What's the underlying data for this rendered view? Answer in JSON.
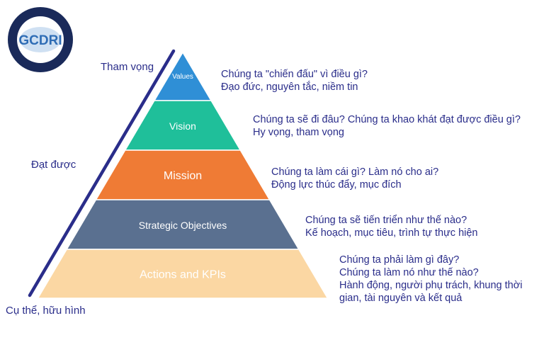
{
  "logo": {
    "text": "GCDRI",
    "colors": {
      "ring": "#1a2a5a",
      "inner": "#ffffff",
      "accent": "#2f6db5"
    }
  },
  "side_labels": {
    "top": "Tham vọng",
    "middle": "Đạt được",
    "bottom": "Cụ thể, hữu hình"
  },
  "pyramid": {
    "tiers": [
      {
        "label": "Values",
        "color": "#2f8fd6",
        "text_size": "small",
        "description": [
          "Chúng ta \"chiến đấu\" vì điều gì?",
          "Đạo đức, nguyên tắc, niềm tin"
        ]
      },
      {
        "label": "Vision",
        "color": "#1fbf9a",
        "text_size": "medium",
        "description": [
          "Chúng ta sẽ đi đâu? Chúng ta khao khát đạt được điều gì?",
          "Hy vọng, tham vọng"
        ]
      },
      {
        "label": "Mission",
        "color": "#ef7b35",
        "text_size": "large",
        "description": [
          "Chúng ta làm cái gì? Làm nó cho ai?",
          "Động lực thúc đẩy, mục đích"
        ]
      },
      {
        "label": "Strategic Objectives",
        "color": "#5a7090",
        "text_size": "medium",
        "description": [
          "Chúng ta sẽ tiến triển như thế nào?",
          "Kế hoạch, mục tiêu, trình tự thực hiện"
        ]
      },
      {
        "label": "Actions and KPIs",
        "color": "#fbd7a3",
        "text_size": "large",
        "description": [
          "Chúng ta phải làm gì đây?",
          "Chúng ta làm nó như thế nào?",
          "Hành động, người phụ trách, khung thời",
          "gian, tài nguyên và kết quả"
        ]
      }
    ],
    "arrow_color": "#2a2d8a",
    "text_color": "#2a2d8a"
  }
}
